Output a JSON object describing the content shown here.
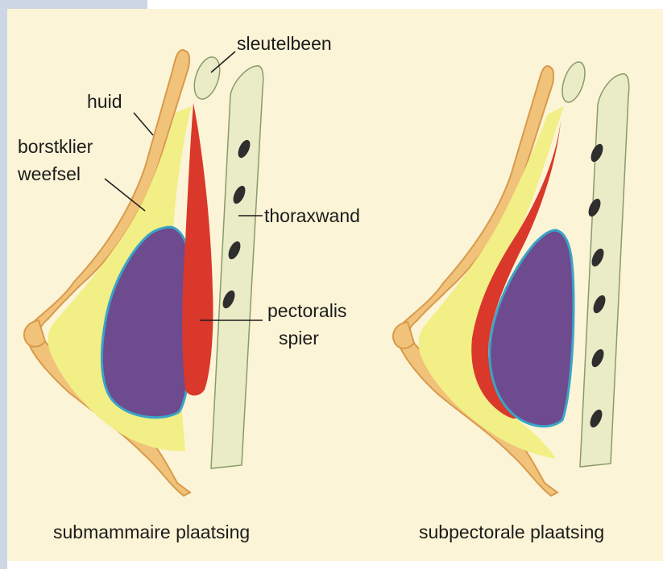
{
  "labels": {
    "sleutelbeen": "sleutelbeen",
    "huid": "huid",
    "borstklier_line1": "borstklier",
    "borstklier_line2": "weefsel",
    "thoraxwand": "thoraxwand",
    "pectoralis_line1": "pectoralis",
    "pectoralis_line2": "spier"
  },
  "captions": {
    "left": "submammaire plaatsing",
    "right": "subpectorale plaatsing"
  },
  "colors": {
    "background": "#fcf4d6",
    "skin": "#f1c27a",
    "skin_outline": "#d89a4c",
    "gland": "#f1ef86",
    "muscle": "#d9382b",
    "implant": "#6e4a8e",
    "implant_outline": "#3aa4c6",
    "chest_wall": "#e9ecc6",
    "rib": "#2e2e2e",
    "frame": "#cdd6e4"
  }
}
